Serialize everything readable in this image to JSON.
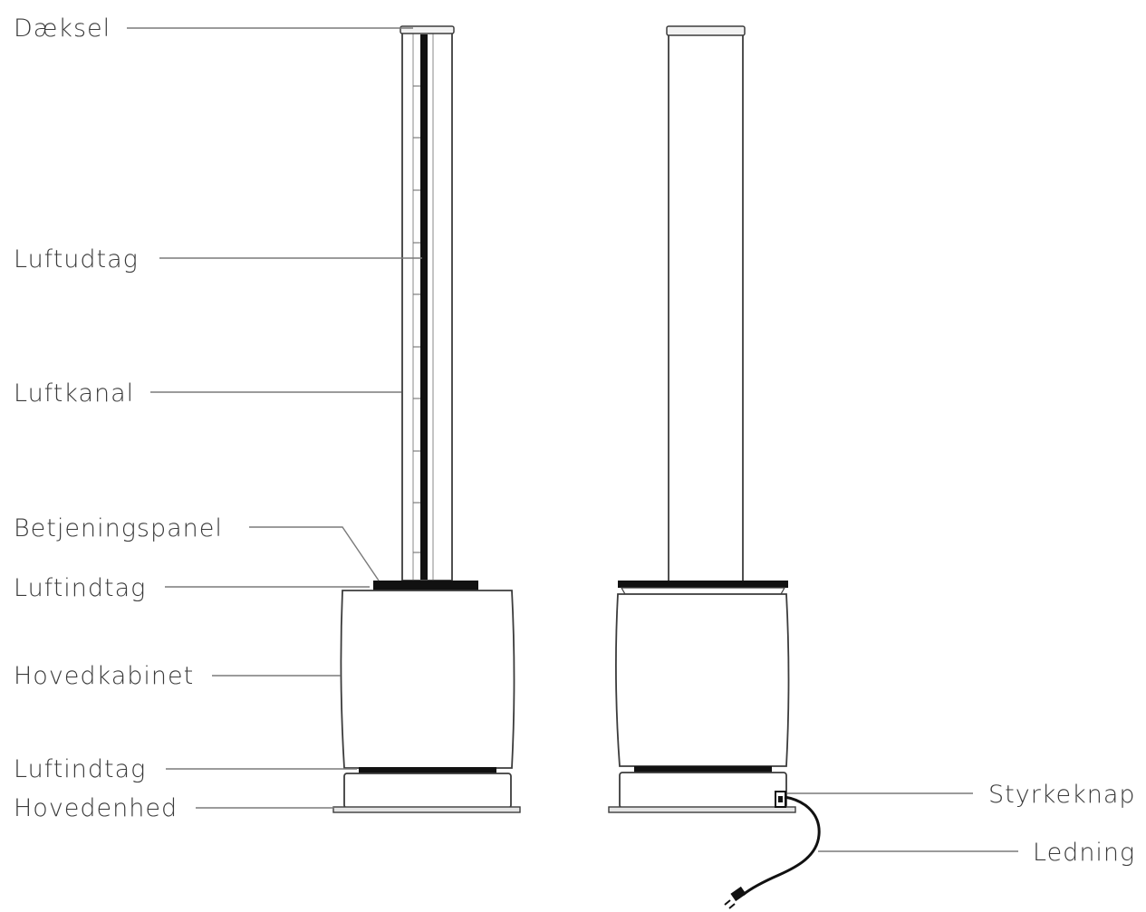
{
  "labels": {
    "cover": "Dæksel",
    "air_outlet": "Luftudtag",
    "air_duct": "Luftkanal",
    "control_panel": "Betjeningspanel",
    "air_inlet_top": "Luftindtag",
    "main_cabinet": "Hovedkabinet",
    "air_inlet_bottom": "Luftindtag",
    "main_unit": "Hovedenhed",
    "power_button": "Styrkeknap",
    "cord": "Ledning"
  },
  "colors": {
    "outline": "#3c3c3c",
    "leader_line": "#7a7a7a",
    "dark_band": "#111111",
    "text": "#3a3a3a"
  }
}
